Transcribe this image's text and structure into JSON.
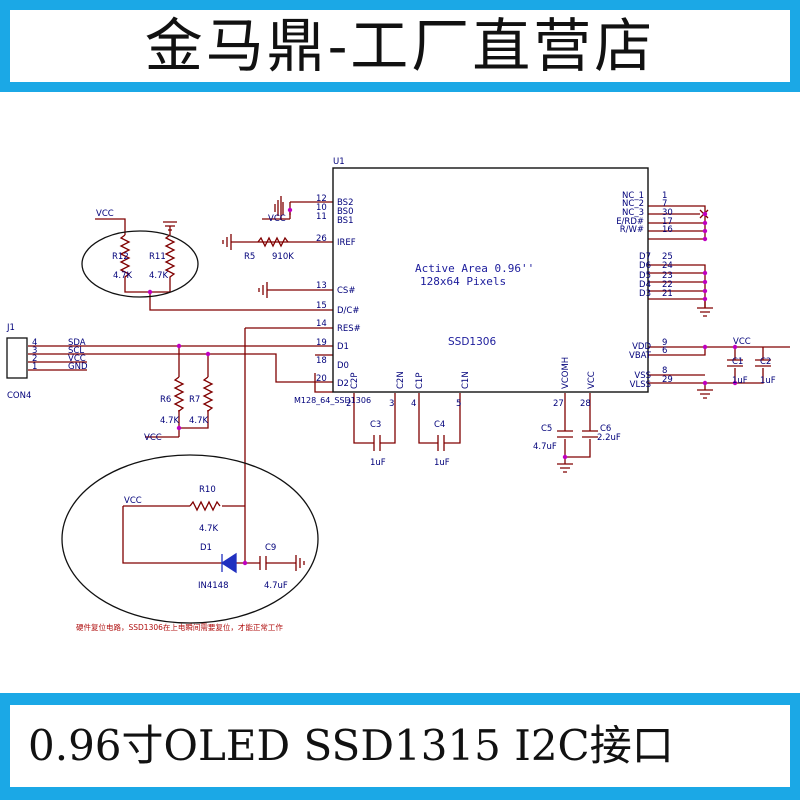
{
  "header": {
    "title": "金马鼎-工厂直营店"
  },
  "footer": {
    "subtitle": "0.96寸OLED SSD1315 I2C接口"
  },
  "schematic": {
    "ic_ref": "U1",
    "ic_name": "SSD1306",
    "ic_footprint": "M128_64_SSD1306",
    "active_area": "Active Area 0.96''",
    "pixels": "128x64 Pixels",
    "left_pins": [
      {
        "num": "12",
        "name": "BS2"
      },
      {
        "num": "10",
        "name": "BS0"
      },
      {
        "num": "11",
        "name": "BS1"
      },
      {
        "num": "26",
        "name": "IREF"
      },
      {
        "num": "13",
        "name": "CS#"
      },
      {
        "num": "15",
        "name": "D/C#"
      },
      {
        "num": "14",
        "name": "RES#"
      },
      {
        "num": "19",
        "name": "D1"
      },
      {
        "num": "18",
        "name": "D0"
      },
      {
        "num": "20",
        "name": "D2"
      }
    ],
    "right_pins_top": [
      {
        "num": "1",
        "name": "NC_1"
      },
      {
        "num": "7",
        "name": "NC_2"
      },
      {
        "num": "30",
        "name": "NC_3"
      },
      {
        "num": "17",
        "name": "E/RD#"
      },
      {
        "num": "16",
        "name": "R/W#"
      }
    ],
    "right_pins_data": [
      {
        "num": "25",
        "name": "D7"
      },
      {
        "num": "24",
        "name": "D6"
      },
      {
        "num": "23",
        "name": "D5"
      },
      {
        "num": "22",
        "name": "D4"
      },
      {
        "num": "21",
        "name": "D3"
      }
    ],
    "right_pins_power": [
      {
        "num": "9",
        "name": "VDD"
      },
      {
        "num": "6",
        "name": "VBAT"
      },
      {
        "num": "8",
        "name": "VSS"
      },
      {
        "num": "29",
        "name": "VLSS"
      }
    ],
    "bottom_pins": [
      {
        "num": "2",
        "name": "C2P"
      },
      {
        "num": "3",
        "name": "C2N"
      },
      {
        "num": "4",
        "name": "C1P"
      },
      {
        "num": "5",
        "name": "C1N"
      },
      {
        "num": "27",
        "name": "VCOMH"
      },
      {
        "num": "28",
        "name": "VCC"
      }
    ],
    "connector": {
      "ref": "J1",
      "name": "CON4",
      "pins": [
        {
          "num": "4",
          "net": "SDA"
        },
        {
          "num": "3",
          "net": "SCL"
        },
        {
          "num": "2",
          "net": "VCC"
        },
        {
          "num": "1",
          "net": "GND"
        }
      ]
    },
    "components": {
      "r5": {
        "ref": "R5",
        "value": "910K"
      },
      "r12": {
        "ref": "R12",
        "value": "4.7K"
      },
      "r11": {
        "ref": "R11",
        "value": "4.7K"
      },
      "r6": {
        "ref": "R6",
        "value": "4.7K"
      },
      "r7": {
        "ref": "R7",
        "value": "4.7K"
      },
      "r10": {
        "ref": "R10",
        "value": "4.7K"
      },
      "d1": {
        "ref": "D1",
        "value": "IN4148"
      },
      "c9": {
        "ref": "C9",
        "value": "4.7uF"
      },
      "c3": {
        "ref": "C3",
        "value": "1uF"
      },
      "c4": {
        "ref": "C4",
        "value": "1uF"
      },
      "c5": {
        "ref": "C5",
        "value": "4.7uF"
      },
      "c6": {
        "ref": "C6",
        "value": "2.2uF"
      },
      "c1": {
        "ref": "C1",
        "value": "1uF"
      },
      "c2": {
        "ref": "C2",
        "value": "1uF"
      }
    },
    "nets": {
      "vcc": "VCC"
    },
    "note": "硬件复位电路，SSD1306在上电瞬间需要复位，才能正常工作"
  },
  "colors": {
    "banner": "#1ba8e6",
    "wire": "#800000",
    "junction": "#c000c0",
    "text": "#00007a",
    "ic_text": "#1c1c9c"
  }
}
